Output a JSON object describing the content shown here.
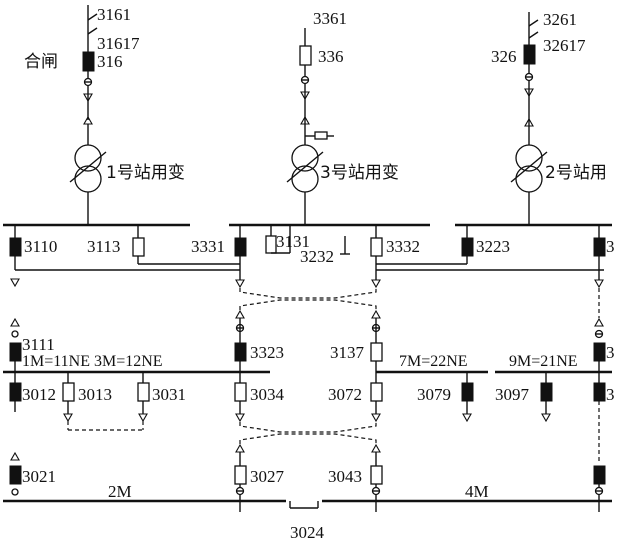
{
  "labels": {
    "sw3161": "3161",
    "sw31617": "31617",
    "hezha": "合闸",
    "br316": "316",
    "sw3361": "3361",
    "br336": "336",
    "sw3261": "3261",
    "sw32617": "32617",
    "br326": "326",
    "tf1": "1号站用变",
    "tf3": "3号站用变",
    "tf2": "2号站用",
    "br3110": "3110",
    "br3113": "3113",
    "br3331": "3331",
    "br3131": "3131",
    "br3232": "3232",
    "br3332": "3332",
    "br3223": "3223",
    "br3_right_a": "3",
    "br3111": "3111",
    "bus_1M_3M": "1M=11NE 3M=12NE",
    "br3323": "3323",
    "br3137": "3137",
    "bus_7M": "7M=22NE",
    "bus_9M": "9M=21NE",
    "br3_right_b": "3",
    "br3012": "3012",
    "br3013": "3013",
    "br3031": "3031",
    "br3034": "3034",
    "br3072": "3072",
    "br3079": "3079",
    "br3097": "3097",
    "br3_right_c": "3",
    "br3021": "3021",
    "br3027": "3027",
    "br3043": "3043",
    "bus_2M": "2M",
    "bus_4M": "4M",
    "br3024": "3024"
  }
}
